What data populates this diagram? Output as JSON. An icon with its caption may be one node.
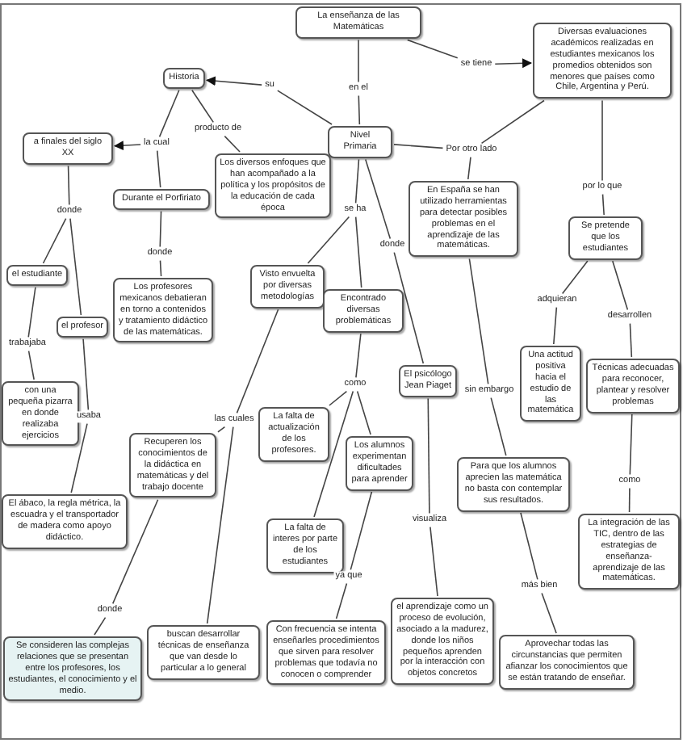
{
  "diagram": {
    "nodes": [
      {
        "text": [
          "La enseñanza de las Matemáticas"
        ]
      },
      {
        "text": [
          "Historia"
        ]
      },
      {
        "text": [
          "Nivel Primaria"
        ]
      },
      {
        "text": [
          "Diversas evaluaciones académicos realizadas en estudiantes mexicanos los promedios obtenidos son menores que países como Chile, Argentina y Perú."
        ]
      },
      {
        "text": [
          "a finales del siglo XX"
        ]
      },
      {
        "text": [
          "Durante el Porfiriato"
        ]
      },
      {
        "text": [
          "Los diversos enfoques que han acompañado a la política y los propósitos de la educación de cada época"
        ]
      },
      {
        "text": [
          "En España se han utilizado herramientas para detectar posibles problemas en el aprendizaje de las matemáticas."
        ]
      },
      {
        "text": [
          "Se pretende que los estudiantes"
        ]
      },
      {
        "text": [
          "el estudiante"
        ]
      },
      {
        "text": [
          "el profesor"
        ]
      },
      {
        "text": [
          "Los profesores mexicanos debatieran en torno a contenidos y tratamiento didáctico de las matemáticas."
        ]
      },
      {
        "text": [
          "Visto envuelta por diversas metodologías"
        ]
      },
      {
        "text": [
          "Encontrado diversas problemáticas"
        ]
      },
      {
        "text": [
          "El psicólogo Jean Piaget"
        ]
      },
      {
        "text": [
          "Una actitud positiva hacia el estudio de las matemática"
        ]
      },
      {
        "text": [
          "Técnicas adecuadas para reconocer, plantear y resolver problemas"
        ]
      },
      {
        "text": [
          "con una pequeña pizarra en donde realizaba ejercicios"
        ]
      },
      {
        "text": [
          "El ábaco, la regla métrica, la escuadra y el transportador de madera como apoyo didáctico."
        ]
      },
      {
        "text": [
          "Recuperen los conocimientos de la didáctica en matemáticas y del trabajo docente"
        ]
      },
      {
        "text": [
          "La falta de actualización de los profesores."
        ]
      },
      {
        "text": [
          "Los alumnos experimentan dificultades para aprender"
        ]
      },
      {
        "text": [
          "Para que los alumnos aprecien las matemática no basta con contemplar sus resultados."
        ]
      },
      {
        "text": [
          "La integración de las TIC, dentro de las estrategias de enseñanza-aprendizaje de las matemáticas."
        ]
      },
      {
        "text": [
          "La falta de interes por parte de los estudiantes"
        ]
      },
      {
        "text": [
          "Se consideren las complejas relaciones que se presentan entre los profesores, los estudiantes, el conocimiento y el medio."
        ]
      },
      {
        "text": [
          "buscan desarrollar técnicas de enseñanza que van desde lo particular a lo general"
        ]
      },
      {
        "text": [
          "Con frecuencia se intenta enseñarles procedimientos que sirven para resolver problemas que todavía no conocen o comprender"
        ]
      },
      {
        "text": [
          "el aprendizaje como un proceso de evolución, asociado a la madurez, donde los niños pequeños aprenden por la interacción con objetos concretos"
        ]
      },
      {
        "text": [
          "Aprovechar todas las circunstancias que permiten afianzar los conocimientos que se están tratando de enseñar."
        ]
      },
      {
        "text": [
          "en el"
        ]
      },
      {
        "text": [
          "se tiene"
        ]
      },
      {
        "text": [
          "su"
        ]
      },
      {
        "text": [
          "producto de"
        ]
      },
      {
        "text": [
          "la cual"
        ]
      },
      {
        "text": [
          "Por otro lado"
        ]
      },
      {
        "text": [
          "por lo que"
        ]
      },
      {
        "text": [
          "donde"
        ]
      },
      {
        "text": [
          "donde"
        ]
      },
      {
        "text": [
          "se ha"
        ]
      },
      {
        "text": [
          "donde"
        ]
      },
      {
        "text": [
          "adquieran"
        ]
      },
      {
        "text": [
          "desarrollen"
        ]
      },
      {
        "text": [
          "trabajaba"
        ]
      },
      {
        "text": [
          "usaba"
        ]
      },
      {
        "text": [
          "las cuales"
        ]
      },
      {
        "text": [
          "como"
        ]
      },
      {
        "text": [
          "sin embargo"
        ]
      },
      {
        "text": [
          "visualiza"
        ]
      },
      {
        "text": [
          "como"
        ]
      },
      {
        "text": [
          "ya que"
        ]
      },
      {
        "text": [
          "donde"
        ]
      },
      {
        "text": [
          "más bien"
        ]
      }
    ],
    "edges": [
      {
        "from": 0,
        "to": 30,
        "arrow": "none"
      },
      {
        "from": 30,
        "to": 2,
        "arrow": "none"
      },
      {
        "from": 0,
        "to": 31,
        "arrow": "none"
      },
      {
        "from": 31,
        "to": 3,
        "arrow": "to"
      },
      {
        "from": 2,
        "to": 32,
        "arrow": "none"
      },
      {
        "from": 32,
        "to": 1,
        "arrow": "to"
      },
      {
        "from": 1,
        "to": 33,
        "arrow": "none"
      },
      {
        "from": 33,
        "to": 6,
        "arrow": "none"
      },
      {
        "from": 1,
        "to": 34,
        "arrow": "none"
      },
      {
        "from": 34,
        "to": 4,
        "arrow": "to"
      },
      {
        "from": 34,
        "to": 5,
        "arrow": "none"
      },
      {
        "from": 2,
        "to": 35,
        "arrow": "none"
      },
      {
        "from": 35,
        "to": 3,
        "arrow": "none"
      },
      {
        "from": 35,
        "to": 7,
        "arrow": "none"
      },
      {
        "from": 3,
        "to": 36,
        "arrow": "none"
      },
      {
        "from": 36,
        "to": 8,
        "arrow": "none"
      },
      {
        "from": 4,
        "to": 37,
        "arrow": "none"
      },
      {
        "from": 37,
        "to": 9,
        "arrow": "none"
      },
      {
        "from": 37,
        "to": 10,
        "arrow": "none"
      },
      {
        "from": 5,
        "to": 38,
        "arrow": "none"
      },
      {
        "from": 38,
        "to": 11,
        "arrow": "none"
      },
      {
        "from": 2,
        "to": 39,
        "arrow": "none"
      },
      {
        "from": 39,
        "to": 12,
        "arrow": "none"
      },
      {
        "from": 39,
        "to": 13,
        "arrow": "none"
      },
      {
        "from": 2,
        "to": 40,
        "arrow": "none"
      },
      {
        "from": 40,
        "to": 14,
        "arrow": "none"
      },
      {
        "from": 8,
        "to": 41,
        "arrow": "none"
      },
      {
        "from": 41,
        "to": 15,
        "arrow": "none"
      },
      {
        "from": 8,
        "to": 42,
        "arrow": "none"
      },
      {
        "from": 42,
        "to": 16,
        "arrow": "none"
      },
      {
        "from": 9,
        "to": 43,
        "arrow": "none"
      },
      {
        "from": 43,
        "to": 17,
        "arrow": "none"
      },
      {
        "from": 10,
        "to": 44,
        "arrow": "none"
      },
      {
        "from": 44,
        "to": 18,
        "arrow": "none"
      },
      {
        "from": 12,
        "to": 45,
        "arrow": "none"
      },
      {
        "from": 45,
        "to": 19,
        "arrow": "none"
      },
      {
        "from": 45,
        "to": 26,
        "arrow": "none"
      },
      {
        "from": 13,
        "to": 46,
        "arrow": "none"
      },
      {
        "from": 46,
        "to": 20,
        "arrow": "none"
      },
      {
        "from": 46,
        "to": 21,
        "arrow": "none"
      },
      {
        "from": 46,
        "to": 24,
        "arrow": "none"
      },
      {
        "from": 7,
        "to": 47,
        "arrow": "none"
      },
      {
        "from": 47,
        "to": 22,
        "arrow": "none"
      },
      {
        "from": 14,
        "to": 48,
        "arrow": "none"
      },
      {
        "from": 48,
        "to": 28,
        "arrow": "none"
      },
      {
        "from": 16,
        "to": 49,
        "arrow": "none"
      },
      {
        "from": 49,
        "to": 23,
        "arrow": "none"
      },
      {
        "from": 21,
        "to": 50,
        "arrow": "none"
      },
      {
        "from": 50,
        "to": 27,
        "arrow": "none"
      },
      {
        "from": 19,
        "to": 51,
        "arrow": "none"
      },
      {
        "from": 51,
        "to": 25,
        "arrow": "none"
      },
      {
        "from": 22,
        "to": 52,
        "arrow": "none"
      },
      {
        "from": 52,
        "to": 29,
        "arrow": "none"
      }
    ]
  }
}
